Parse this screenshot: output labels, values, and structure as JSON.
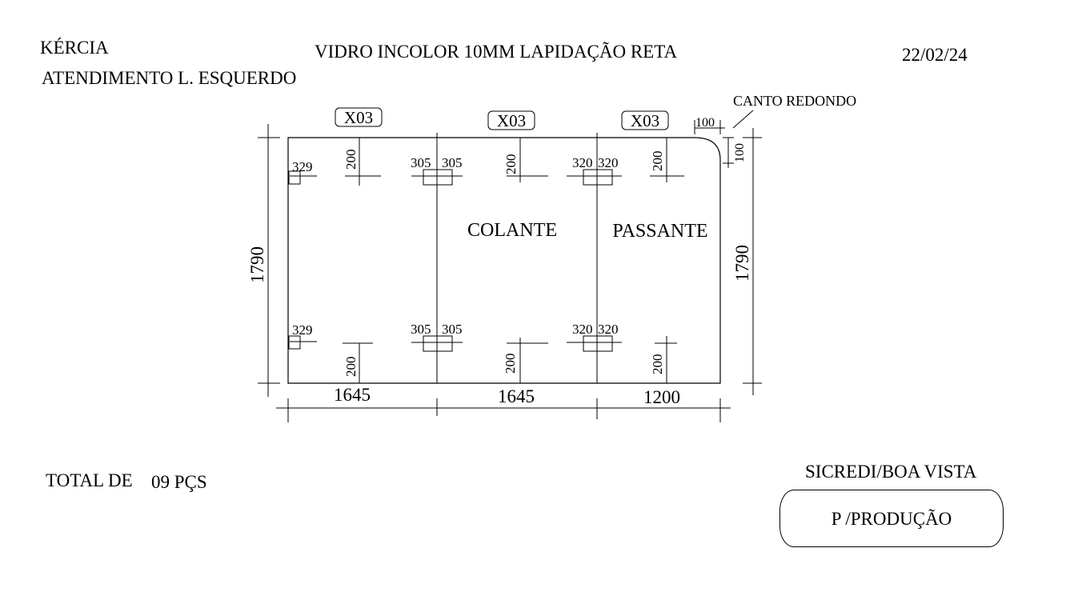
{
  "header": {
    "client": "KÉRCIA",
    "service": "ATENDIMENTO L. ESQUERDO",
    "title": "VIDRO INCOLOR 10MM LAPIDAÇÃO RETA",
    "date": "22/02/24"
  },
  "drawing": {
    "panels": [
      {
        "qty_label": "X03",
        "width": "1645",
        "label": ""
      },
      {
        "qty_label": "X03",
        "width": "1645",
        "label": "COLANTE"
      },
      {
        "qty_label": "X03",
        "width": "1200",
        "label": "PASSANTE"
      }
    ],
    "height_left": "1790",
    "height_right": "1790",
    "corner_note": "CANTO REDONDO",
    "corner_dim_h": "100",
    "corner_dim_v": "100",
    "hole_offset": "200",
    "hinge_left": "329",
    "hinge_left_pair": [
      "305",
      "305"
    ],
    "hinge_right_pair": [
      "320",
      "320"
    ]
  },
  "footer": {
    "total_prefix": "TOTAL DE",
    "total_value": "09 PÇS",
    "location": "SICREDI/BOA VISTA",
    "stamp": "P /PRODUÇÃO"
  }
}
